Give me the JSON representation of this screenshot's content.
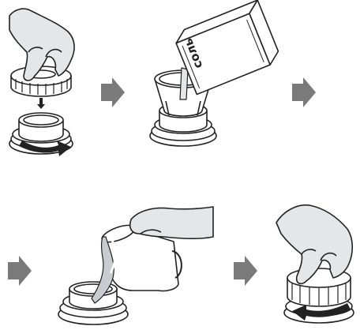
{
  "instruction": {
    "salt_box_label": "соль",
    "steps": [
      {
        "name": "unscrew-cap"
      },
      {
        "name": "pour-salt"
      },
      {
        "name": "pour-water"
      },
      {
        "name": "screw-cap"
      }
    ]
  },
  "colors": {
    "line": "#222222",
    "hand": "#e4e6e8",
    "arrow": "#7a7a7a",
    "water": "#c8ccd0",
    "white": "#ffffff"
  }
}
